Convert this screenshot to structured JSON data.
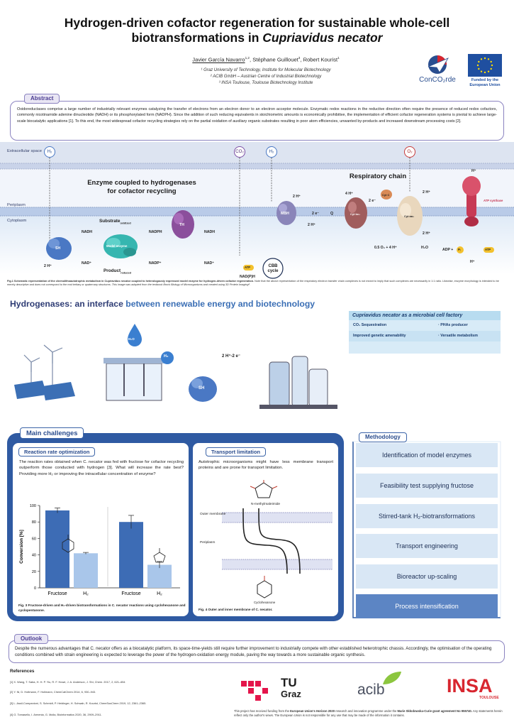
{
  "header": {
    "title_line1": "Hydrogen-driven cofactor regeneration for sustainable whole-cell",
    "title_line2a": "biotransformations in ",
    "title_line2b": "Cupriavidus necator",
    "author1": "Javier García Navarro",
    "author1_sup": "1,2",
    "author2": ", Stéphane Guillouet",
    "author2_sup": "3",
    "author3": ", Robert Kourist",
    "author3_sup": "1",
    "affiliations": [
      "¹ Graz University of Technology, Institute for Molecular Biotechnology",
      "² ACIB GmbH – Austrian Centre of Industrial Biotechnology",
      "³ INSA Toulouse, Toulouse Biotechnology Institute"
    ],
    "logo_conco": "ConCO₂rde",
    "eu_caption_1": "Funded by the",
    "eu_caption_2": "European Union"
  },
  "abstract": {
    "tab": "Abstract",
    "text": "Oxidoreductases comprise a large number of industrially relevant enzymes catalyzing the transfer of electrons from an electron donor to an electron acceptor molecule. Enzymatic redox reactions in the reductive direction often require the presence of reduced redox cofactors, commonly nicotinamide adenine dinucleotide (NADH) or its phosphorylated form (NADPH). Since the addition of such reducing equivalents in stoichiometric amounts is economically prohibitive, the implementation of efficient cofactor regeneration systems is pivotal to achieve large-scale biocatalytic applications [1]. To this end, the most widespread cofactor recycling strategies rely on the partial oxidation of auxiliary organic substrates resulting in poor atom efficiencies, unwanted by-products and increased downstream processing costs [2]."
  },
  "diagram": {
    "extracellular": "Extracellular space",
    "periplasm": "Periplasm",
    "cytoplasm": "Cytoplasm",
    "h2": "H₂",
    "co2": "CO₂",
    "o2": "O₂",
    "h_plus": "H⁺",
    "enzyme_heading_1": "Enzyme coupled to hydrogenases",
    "enzyme_heading_2": "for cofactor recycling",
    "resp_heading": "Respiratory chain",
    "sh": "SH",
    "th": "TH",
    "mbh": "MBH",
    "model_enzyme": "Model enzyme",
    "substrate": "Substrate",
    "substrate_sub": "oxidized",
    "product": "Product",
    "product_sub": "reduced",
    "nadh": "NADH",
    "nad": "NAD⁺",
    "nadph": "NADPH",
    "nadp": "NADP⁺",
    "two_h": "2 H⁺",
    "four_h": "4 H⁺",
    "two_e": "2 e⁻",
    "q": "Q",
    "cyt_c": "Cyt C",
    "cyt_bc1": "Cyt bc₁",
    "cyt_aa3": "Cyt aa₃",
    "atp": "ATP",
    "atp_synthase": "ATP synthase",
    "adp": "ADP +",
    "pi": "Pᵢ",
    "nadph_h": "NAD(P)H",
    "cbb": "CBB cycle",
    "o2_half": "0.5 O₂ + 4 H⁺",
    "h2o": "H₂O",
    "caption_bold": "Fig.1 Schematic representation of the chemolithoautotrophic metabolism in Cupriavidus necator coupled to heterologously expressed model enzyme for hydrogen-driven cofactor regeneration.",
    "caption_rest": " Note that the above representation of the respiratory electron transfer chain complexes is not meant to imply that such complexes are necessarily in 1:1 ratio. Likewise, enzyme morphology is intended to be merely descriptive and does not correspond to the real tertiary or quaternary structures.",
    "caption_italic": " This image was adapted from the textbook Brock Biology of Microorganisms and created using 3D Protein Imaging⁴."
  },
  "hydrogenases": {
    "title_a": "Hydrogenases",
    "title_b": ": an interface ",
    "title_c": "between renewable energy and biotechnology",
    "h2o": "H₂O",
    "h2": "H₂",
    "sh": "SH",
    "electrons": "2 H⁺-2 e⁻"
  },
  "factory": {
    "head": "Cupriavidus necator as a microbial cell factory",
    "rows": [
      {
        "left": "CO₂ Sequestration",
        "right": "· PHAs producer"
      },
      {
        "left": "Improved genetic amenability",
        "right": "· Versatile metabolism"
      }
    ]
  },
  "challenges": {
    "tab": "Main challenges",
    "rate_tab": "Reaction rate optimization",
    "rate_text": "The reaction rates obtained when C. necator was fed with fructose for cofactor recycling outperform those conducted with hydrogen [3]. What will increase the rate best? Providing more H₂ or improving the intracellular concentration of enzyme?",
    "transport_tab": "Transport limitation",
    "transport_text": "Autotrophic microorganisms might have less membrane transport proteins and are prone for transport limitation.",
    "fig3_caption": "Fig. 3 Fructose-driven and H₂-driven biotransformations in C. necator reactions using cyclohexanone and cyclopentanone.",
    "fig4_caption": "Fig. 4 Outer and inner membrane of C. necator.",
    "outer_membrane": "Outer membrane",
    "periplasm": "Periplasm",
    "nmm": "N-methylmaleimide",
    "cyclohexanone": "Cyclohexanone"
  },
  "chart_data": {
    "type": "bar",
    "ylabel": "Conversion [%]",
    "ylim": [
      0,
      100
    ],
    "yticks": [
      0,
      20,
      40,
      60,
      80,
      100
    ],
    "categories": [
      "Fructose",
      "H₂",
      "Fructose",
      "H₂"
    ],
    "values": [
      94,
      42,
      80,
      28
    ],
    "errors": [
      3,
      1,
      8,
      4
    ],
    "colors": [
      "#3d6cb5",
      "#a9c6ea",
      "#3d6cb5",
      "#a9c6ea"
    ]
  },
  "methodology": {
    "tab": "Methodology",
    "items": [
      "Identification of model enzymes",
      "Feasibility test supplying fructose",
      "Stirred-tank H₂-biotransformations",
      "Transport engineering",
      "Bioreactor up-scaling",
      "Process intensification"
    ]
  },
  "outlook": {
    "tab": "Outlook",
    "text": "Despite the numerous advantages that C. necator offers as a biocatalytic platform, its space-time-yields still require further improvement to industrially compete with other established heterotrophic chassis. Accordingly, the optimisation of the operating conditions combined with strain engineering is expected to leverage the power of the hydrogen-oxidation energy module, paving the way towards a more sustainable organic synthesis."
  },
  "references": {
    "head": "References",
    "items": [
      "[1] X. Wang, T. Saba, H. H. P. Yiu, R. F. Howe, J. A. Anderson, J. Shi, Chem. 2017, 2, 621–654",
      "[2] Y. Ni, D. Holtmann, F. Hollmann, ChemCatChem 2014, 6, 930–943.",
      "[3] L. Assil-Companioni, S. Schmidt, P. Heidinger, H. Schwab, R. Kourist, ChemSusChem 2019, 12, 2361–2365.",
      "[4] G. Tomasello, I. Armenia, G. Molla, Bioinformatics 2020, 36, 2909–2911."
    ]
  },
  "logos": {
    "tu": "TU",
    "graz": "Graz",
    "acib": "acib",
    "insa": "INSA",
    "toulouse": "TOULOUSE"
  },
  "funding": {
    "p1": "This project has received funding from the ",
    "b1": "European Union's Horizon 2020",
    "p2": " research and innovation programme under the ",
    "b2": "Marie Skłodowska-Curie grant agreement No 955740.",
    "p3": " Any statements herein reflect only the author's views. The European Union is not responsible for any use that may be made of the information it contains."
  }
}
